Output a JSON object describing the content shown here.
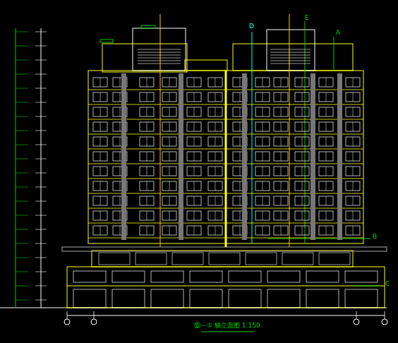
{
  "diagram": {
    "caption": "⑮—① 轴立面图 1:150",
    "labels": [
      "D",
      "E",
      "A",
      "B",
      "C"
    ]
  }
}
